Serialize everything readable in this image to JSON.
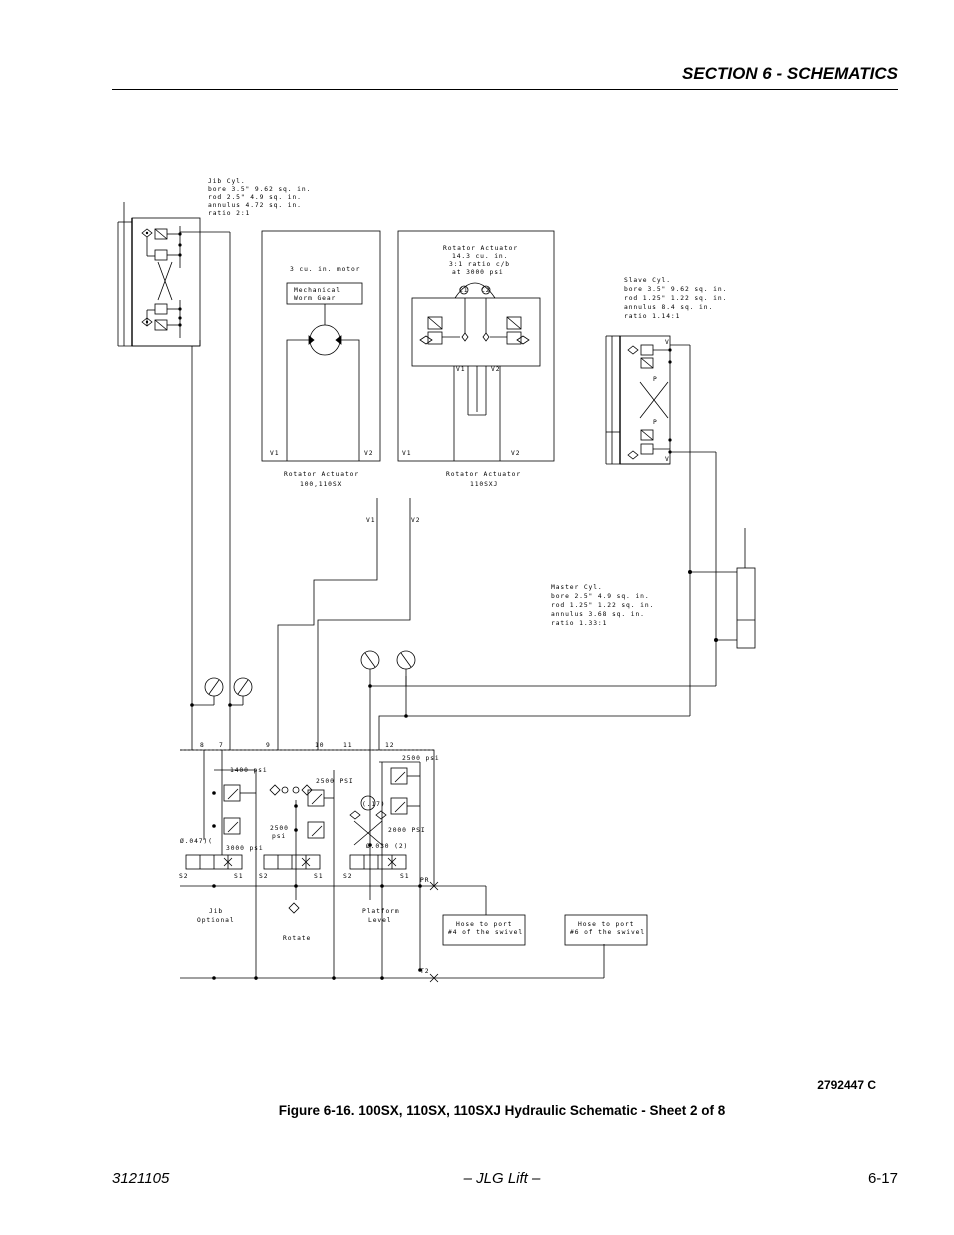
{
  "header": {
    "section_title": "SECTION 6 - SCHEMATICS"
  },
  "schematic": {
    "jib_cyl": [
      "Jib Cyl.",
      "bore  3.5\" 9.62 sq. in.",
      "rod  2.5\"  4.9 sq. in.",
      "annulus   4.72 sq. in.",
      "ratio 2:1"
    ],
    "motor_label": "3 cu. in. motor",
    "worm_gear": [
      "Mechanical",
      "Worm Gear"
    ],
    "rotator_110sxj": [
      "Rotator Actuator",
      "14.3 cu. in.",
      "3:1 ratio c/b",
      "at 3000 psi"
    ],
    "c1": "C1",
    "c2": "C2",
    "v1": "V1",
    "v2": "V2",
    "rotator_100": [
      "Rotator Actuator",
      "100,110SX"
    ],
    "rotator_110j": [
      "Rotator Actuator",
      "110SXJ"
    ],
    "slave_cyl": [
      "Slave Cyl.",
      "bore  3.5\"  9.62 sq. in.",
      "rod  1.25\"  1.22 sq. in.",
      "annulus      8.4 sq. in.",
      "ratio 1.14:1"
    ],
    "master_cyl": [
      "Master Cyl.",
      "bore  2.5\" 4.9 sq. in.",
      "rod  1.25\" 1.22 sq. in.",
      "annulus    3.68 sq. in.",
      "ratio 1.33:1"
    ],
    "valve": {
      "v": "V",
      "p": "P"
    },
    "ports": [
      "8",
      "7",
      "9",
      "10",
      "11",
      "12"
    ],
    "psi_1400": "1400 psi",
    "psi_2500a": "2500 psi",
    "psi_2500b": "2500 PSI",
    "psi_2500c": "2500",
    "psi_unit": "psi",
    "psi_3000": "3000 psi",
    "psi_2000": "2000 PSI",
    "orifice_047": "Ø.047)(",
    "orifice_030": "Ø.030 (2)",
    "restrictor": "(.17)",
    "s2": "S2",
    "s1": "S1",
    "pr": "PR",
    "t2": "T2",
    "jib_optional": [
      "Jib",
      "Optional"
    ],
    "rotate": "Rotate",
    "platform_level": [
      "Platform",
      "Level"
    ],
    "hose4": [
      "Hose to port",
      "#4 of the swivel"
    ],
    "hose6": [
      "Hose to port",
      "#6 of the swivel"
    ]
  },
  "drawing_number": "2792447 C",
  "caption": "Figure 6-16.  100SX, 110SX, 110SXJ Hydraulic Schematic - Sheet 2 of 8",
  "footer": {
    "left": "3121105",
    "center": "– JLG Lift –",
    "right": "6-17"
  }
}
